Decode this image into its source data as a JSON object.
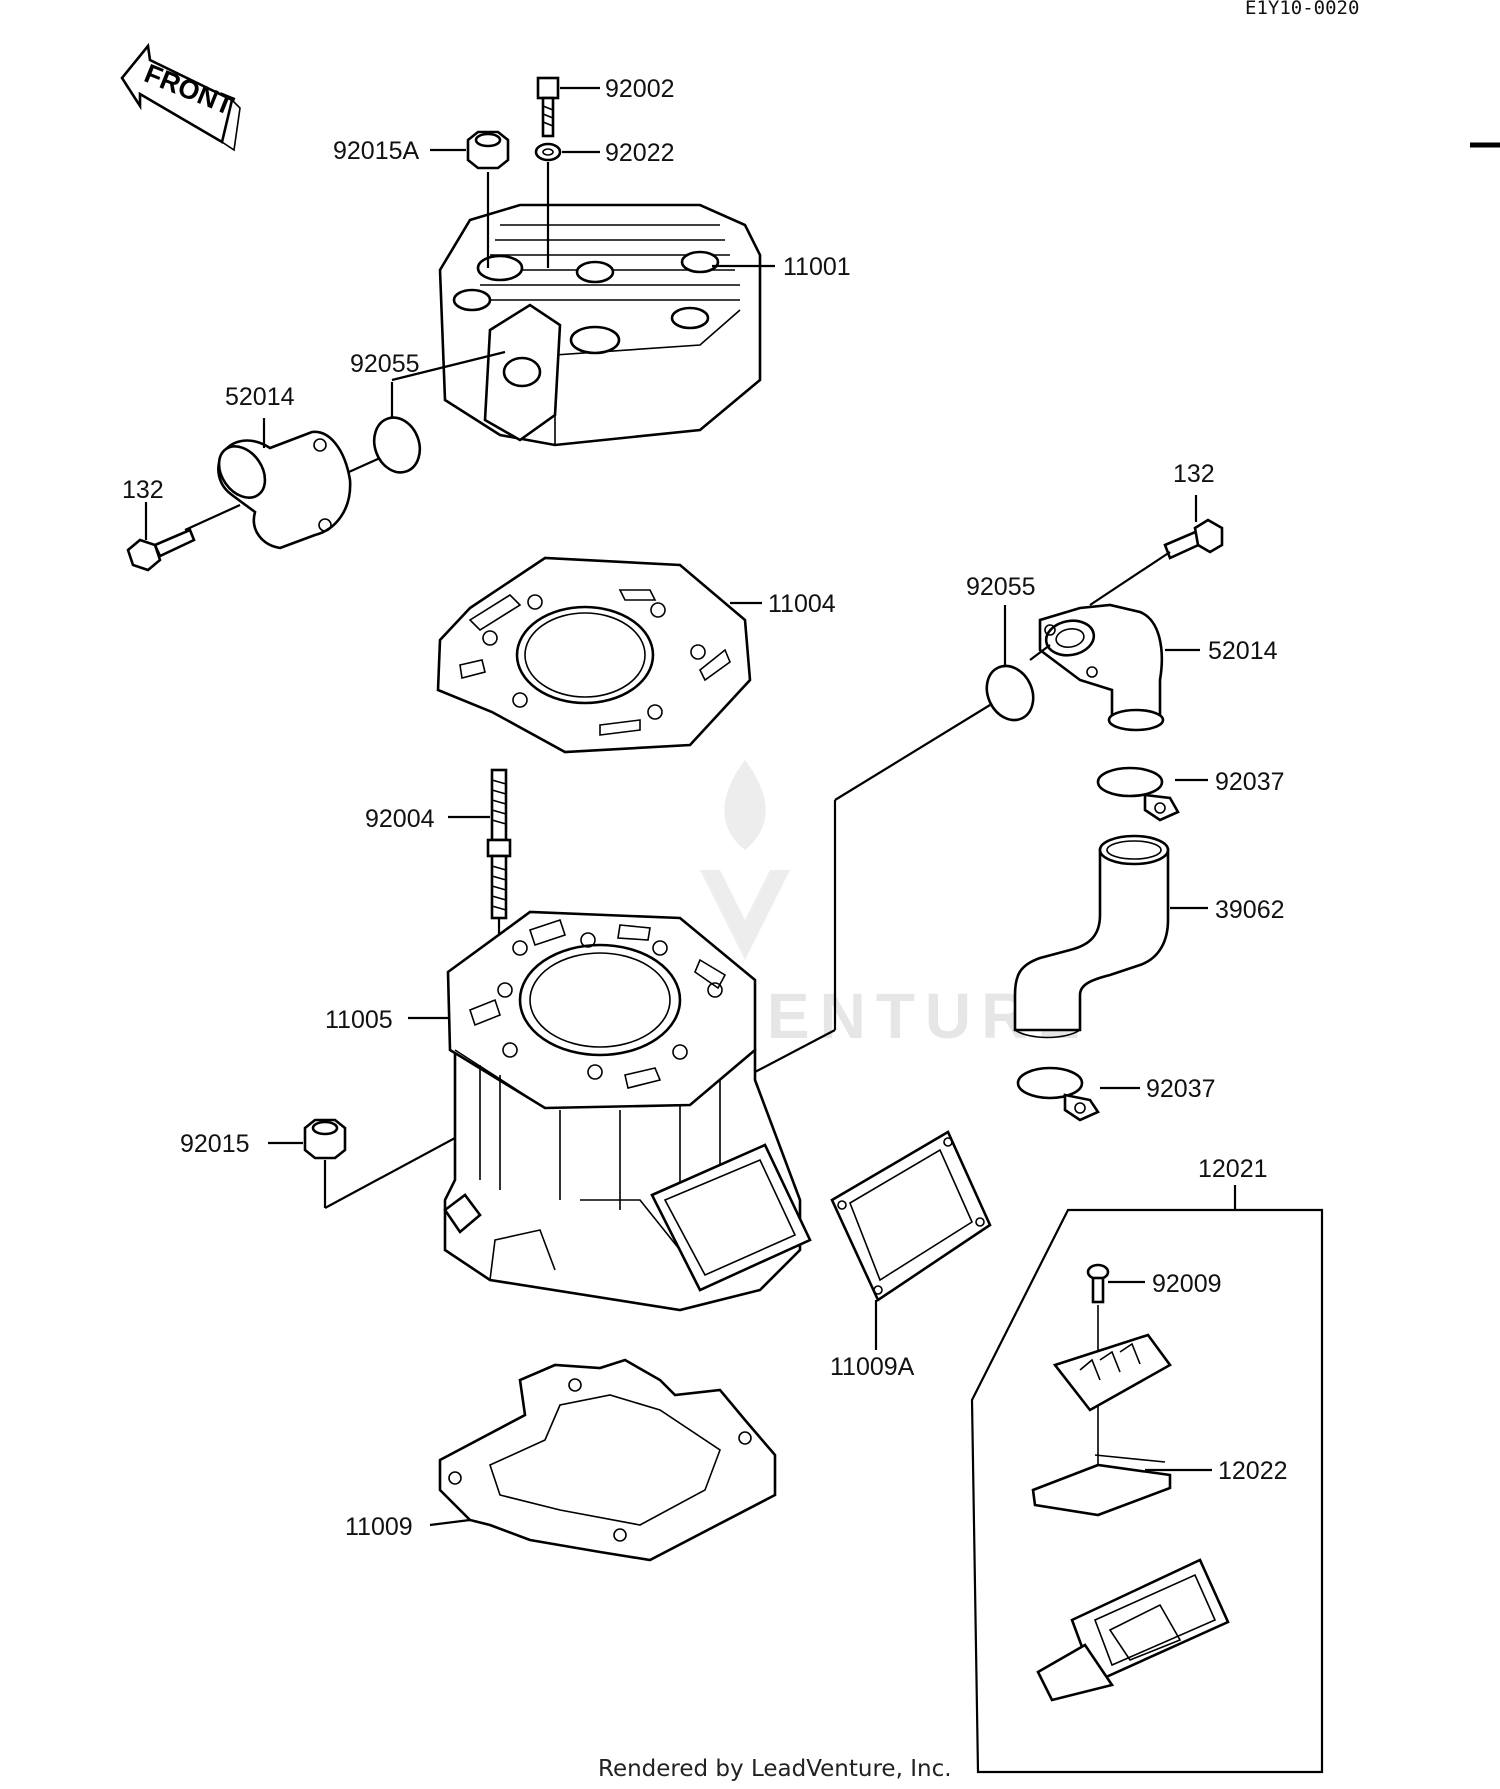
{
  "diagram_code": "E1Y10-0020",
  "front_label": "FRONT",
  "watermark_text": "LEADVENTURE",
  "footer": "Rendered by LeadVenture, Inc.",
  "labels": {
    "p92002": "92002",
    "p92022": "92022",
    "p92015A": "92015A",
    "p11001": "11001",
    "p92055_left": "92055",
    "p52014_left": "52014",
    "p132_left": "132",
    "p11004": "11004",
    "p132_right": "132",
    "p92055_right": "92055",
    "p52014_right": "52014",
    "p92037_top": "92037",
    "p92004": "92004",
    "p39062": "39062",
    "p11005": "11005",
    "p92037_bottom": "92037",
    "p92015": "92015",
    "p12021": "12021",
    "p92009": "92009",
    "p11009A": "11009A",
    "p12022": "12022",
    "p11009": "11009"
  }
}
